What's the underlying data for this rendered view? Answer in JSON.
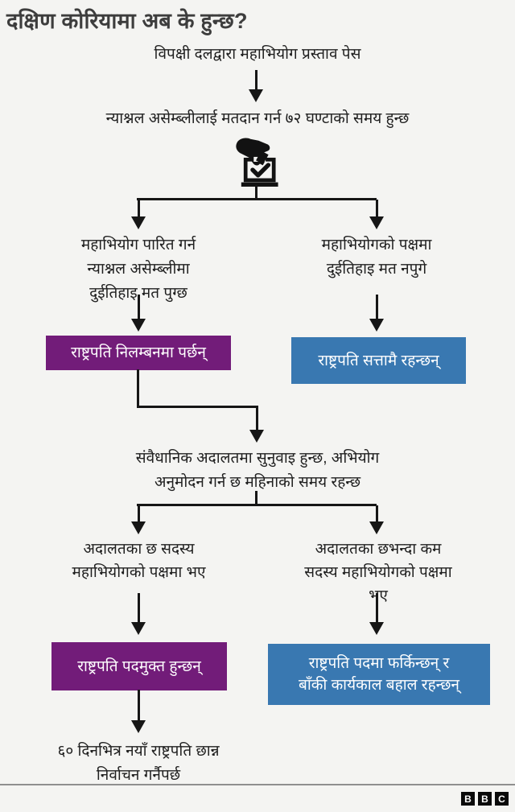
{
  "colors": {
    "background": "#f4f4f2",
    "line": "#161616",
    "purple": "#721c79",
    "blue": "#3978b1"
  },
  "title": "दक्षिण कोरियामा अब के हुन्छ?",
  "flow": {
    "step1": "विपक्षी दलद्वारा महाभियोग प्रस्ताव पेस",
    "step2": "न्याश्नल असेम्ब्लीलाई मतदान गर्न ७२ घण्टाको समय हुन्छ",
    "icon": "ballot-box-hand-icon",
    "branch1": {
      "left_condition": [
        "महाभियोग पारित गर्न",
        "न्याश्नल असेम्ब्लीमा",
        "दुईतिहाइ मत पुग्छ"
      ],
      "right_condition": [
        "महाभियोगको पक्षमा",
        "दुईतिहाइ मत नपुगे"
      ],
      "left_result": "राष्ट्रपति निलम्बनमा पर्छन्",
      "right_result": "राष्ट्रपति सत्तामै रहन्छन्"
    },
    "step3": [
      "संवैधानिक अदालतमा सुनुवाइ हुन्छ, अभियोग",
      "अनुमोदन गर्न छ महिनाको समय रहन्छ"
    ],
    "branch2": {
      "left_condition": [
        "अदालतका छ सदस्य",
        "महाभियोगको पक्षमा भए"
      ],
      "right_condition": [
        "अदालतका छभन्दा कम",
        "सदस्य महाभियोगको पक्षमा",
        "भए"
      ],
      "left_result": "राष्ट्रपति पदमुक्त हुन्छन्",
      "right_result": [
        "राष्ट्रपति पदमा फर्किन्छन् र",
        "बाँकी कार्यकाल बहाल रहन्छन्"
      ]
    },
    "final_step": [
      "६० दिनभित्र नयाँ राष्ट्रपति छान्न",
      "निर्वाचन गर्नैपर्छ"
    ]
  },
  "footer": {
    "logo": [
      "B",
      "B",
      "C"
    ]
  }
}
